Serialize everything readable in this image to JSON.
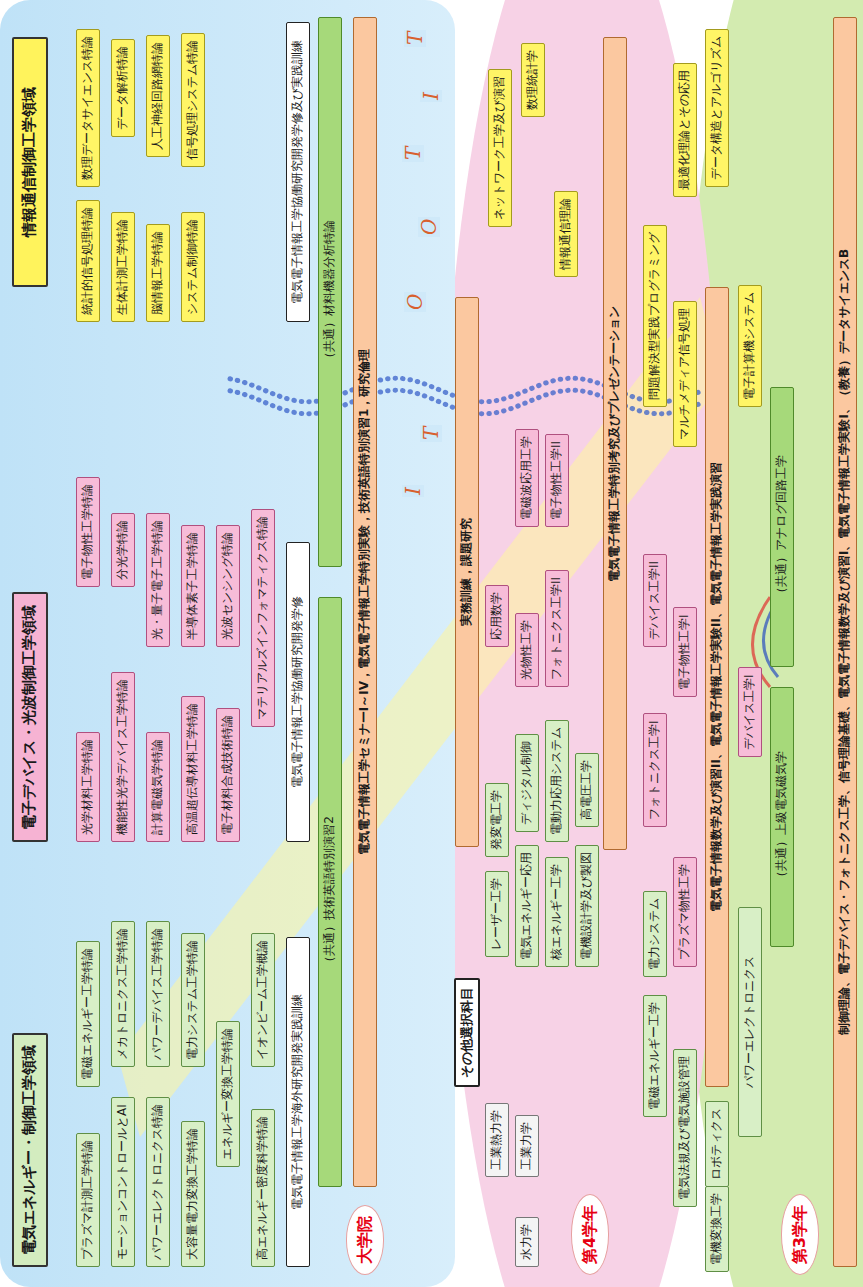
{
  "diagram": {
    "nodes": [
      {
        "text": [
          "電気エネルギー・制御工学領域"
        ]
      },
      {
        "text": [
          "電子デバイス・光波制御工学領域"
        ]
      },
      {
        "text": [
          "情報通信制御工学領域"
        ]
      },
      {
        "text": [
          "プラズマ計測工学特論"
        ]
      },
      {
        "text": [
          "電磁エネルギー工学特論"
        ]
      },
      {
        "text": [
          "モーションコントロールとAI"
        ]
      },
      {
        "text": [
          "メカトロニクス工学特論"
        ]
      },
      {
        "text": [
          "パワーエレクトロニクス特論"
        ]
      },
      {
        "text": [
          "パワーデバイス工学特論"
        ]
      },
      {
        "text": [
          "大容量電力変換工学特論"
        ]
      },
      {
        "text": [
          "電力システム工学特論"
        ]
      },
      {
        "text": [
          "エネルギー変換工学特論"
        ]
      },
      {
        "text": [
          "高エネルギー密度科学特論"
        ]
      },
      {
        "text": [
          "イオンビーム工学概論"
        ]
      },
      {
        "text": [
          "光学材料工学特論"
        ]
      },
      {
        "text": [
          "電子物性工学特論"
        ]
      },
      {
        "text": [
          "機能性光学デバイス工学特論"
        ]
      },
      {
        "text": [
          "分光学特論"
        ]
      },
      {
        "text": [
          "計算電磁気学特論"
        ]
      },
      {
        "text": [
          "光・量子電子工学特論"
        ]
      },
      {
        "text": [
          "高温超伝導材料工学特論"
        ]
      },
      {
        "text": [
          "半導体素子工学特論"
        ]
      },
      {
        "text": [
          "電子材料合成技術特論"
        ]
      },
      {
        "text": [
          "光波センシング特論"
        ]
      },
      {
        "text": [
          "マテリアルズインフォマティクス特論"
        ]
      },
      {
        "text": [
          "統計的信号処理特論"
        ]
      },
      {
        "text": [
          "数理データサイエンス特論"
        ]
      },
      {
        "text": [
          "生体計測工学特論"
        ]
      },
      {
        "text": [
          "データ解析特論"
        ]
      },
      {
        "text": [
          "脳情報工学特論"
        ]
      },
      {
        "text": [
          "人工神経回路網特論"
        ]
      },
      {
        "text": [
          "システム制御特論"
        ]
      },
      {
        "text": [
          "信号処理システム特論"
        ]
      },
      {
        "text": [
          "電気電子情報工学海外研究開発実践訓練"
        ]
      },
      {
        "text": [
          "電気電子情報工学協働研究開発学修"
        ]
      },
      {
        "text": [
          "電気電子情報工学協働研究開発学修及び実践訓練"
        ]
      },
      {
        "text": [
          "（共通）技術英語特別演習2"
        ]
      },
      {
        "text": [
          "（共通）材料機器分析特論"
        ]
      },
      {
        "text": [
          "大学院"
        ]
      },
      {
        "text": [
          "電気電子情報工学セミナーI～IV，電気電子情報工学特別実験，技術英語特別演習1，研究倫理"
        ]
      },
      {
        "text": [
          "その他選択科目"
        ]
      },
      {
        "text": [
          "実務訓練，課題研究"
        ]
      },
      {
        "text": [
          "工業熱力学"
        ]
      },
      {
        "text": [
          "レーザー工学"
        ]
      },
      {
        "text": [
          "発変電工学"
        ]
      },
      {
        "text": [
          "応用数学"
        ]
      },
      {
        "text": [
          "ネットワーク工学及び演習"
        ]
      },
      {
        "text": [
          "水力学"
        ]
      },
      {
        "text": [
          "工業力学"
        ]
      },
      {
        "text": [
          "電気エネルギー応用"
        ]
      },
      {
        "text": [
          "ディジタル制御"
        ]
      },
      {
        "text": [
          "光物性工学"
        ]
      },
      {
        "text": [
          "電磁波応用工学"
        ]
      },
      {
        "text": [
          "数理統計学"
        ]
      },
      {
        "text": [
          "核エネルギー工学"
        ]
      },
      {
        "text": [
          "電動力応用システム"
        ]
      },
      {
        "text": [
          "フォトニクス工学II"
        ]
      },
      {
        "text": [
          "電子物性工学II"
        ]
      },
      {
        "text": [
          "情報通信理論"
        ]
      },
      {
        "text": [
          "第4学年"
        ]
      },
      {
        "text": [
          "電機設計学及び製図"
        ]
      },
      {
        "text": [
          "高電圧工学"
        ]
      },
      {
        "text": [
          "電気電子情報工学特別考究及びプレゼンテーション"
        ]
      },
      {
        "text": [
          "電磁エネルギー工学"
        ]
      },
      {
        "text": [
          "電力システム"
        ]
      },
      {
        "text": [
          "フォトニクス工学I"
        ]
      },
      {
        "text": [
          "デバイス工学II"
        ]
      },
      {
        "text": [
          "問題解決型実践プログラミング"
        ]
      },
      {
        "text": [
          "電気法規及び電気施設管理"
        ]
      },
      {
        "text": [
          "プラズマ物性工学"
        ]
      },
      {
        "text": [
          "電子物性工学I"
        ]
      },
      {
        "text": [
          "マルチメディア信号処理"
        ]
      },
      {
        "text": [
          "最適化理論とその応用"
        ]
      },
      {
        "text": [
          "電機変換工学"
        ]
      },
      {
        "text": [
          "ロボティクス"
        ]
      },
      {
        "text": [
          "電気電子情報数学及び演習II、電気電子情報工学実験II、電気電子情報工学実践演習"
        ]
      },
      {
        "text": [
          "データ構造とアルゴリズム"
        ]
      },
      {
        "text": [
          "パワーエレクトロニクス"
        ]
      },
      {
        "text": [
          "デバイス工学I"
        ]
      },
      {
        "text": [
          "電子計算機システム"
        ]
      },
      {
        "text": [
          "（共通）上級電気磁気学"
        ]
      },
      {
        "text": [
          "（共通）アナログ回路工学"
        ]
      },
      {
        "text": [
          "第3学年"
        ]
      },
      {
        "text": [
          "制御理論、電子デバイス・フォトニクス工学、信号理論基礎、電気電子情報数学及び演習I、電気電子情報工学実験I、（教養）データサイエンスB"
        ]
      }
    ],
    "labels": [
      "T",
      "I",
      "T",
      "O",
      "O",
      "T",
      "I"
    ]
  }
}
